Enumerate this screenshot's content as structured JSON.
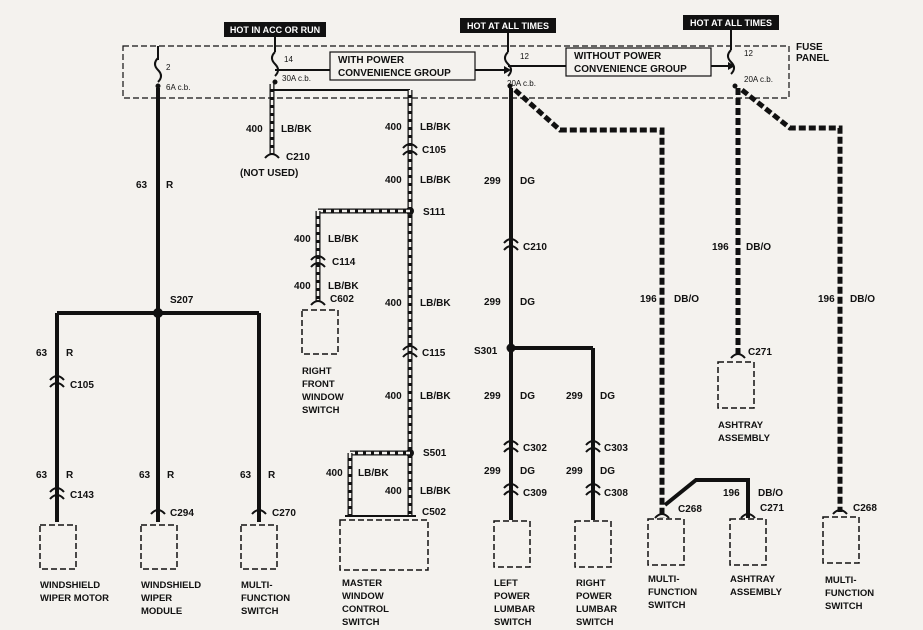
{
  "headers": {
    "h1": "HOT IN ACC OR RUN",
    "h2": "HOT AT ALL TIMES",
    "h3": "HOT AT ALL TIMES"
  },
  "fuse_panel": {
    "line1": "FUSE",
    "line2": "PANEL"
  },
  "fuses": {
    "f2_num": "2",
    "f2_rating": "6A c.b.",
    "f14_num": "14",
    "f14_rating": "30A c.b.",
    "f12a_num": "12",
    "f12a_rating": "20A c.b.",
    "f12b_num": "12",
    "f12b_rating": "20A c.b."
  },
  "options": {
    "with_l1": "WITH POWER",
    "with_l2": "CONVENIENCE GROUP",
    "without_l1": "WITHOUT POWER",
    "without_l2": "CONVENIENCE GROUP"
  },
  "wires": {
    "w63": "63",
    "r": "R",
    "w400": "400",
    "lbbk": "LB/BK",
    "w299": "299",
    "dg": "DG",
    "w196": "196",
    "dbo": "DB/O"
  },
  "connectors": {
    "c210": "C210",
    "c105": "C105",
    "c114": "C114",
    "c602": "C602",
    "c115": "C115",
    "c502": "C502",
    "c143": "C143",
    "c294": "C294",
    "c270": "C270",
    "c302": "C302",
    "c303": "C303",
    "c309": "C309",
    "c308": "C308",
    "c268": "C268",
    "c271": "C271"
  },
  "splices": {
    "s207": "S207",
    "s111": "S111",
    "s501": "S501",
    "s301": "S301"
  },
  "not_used": "(NOT USED)",
  "components": {
    "wiper_motor": [
      "WINDSHIELD",
      "WIPER MOTOR"
    ],
    "wiper_module": [
      "WINDSHIELD",
      "WIPER",
      "MODULE"
    ],
    "mfs": [
      "MULTI-",
      "FUNCTION",
      "SWITCH"
    ],
    "rf_window": [
      "RIGHT",
      "FRONT",
      "WINDOW",
      "SWITCH"
    ],
    "master_window": [
      "MASTER",
      "WINDOW",
      "CONTROL",
      "SWITCH"
    ],
    "left_lumbar": [
      "LEFT",
      "POWER",
      "LUMBAR",
      "SWITCH"
    ],
    "right_lumbar": [
      "RIGHT",
      "POWER",
      "LUMBAR",
      "SWITCH"
    ],
    "ashtray": [
      "ASHTRAY",
      "ASSEMBLY"
    ]
  }
}
